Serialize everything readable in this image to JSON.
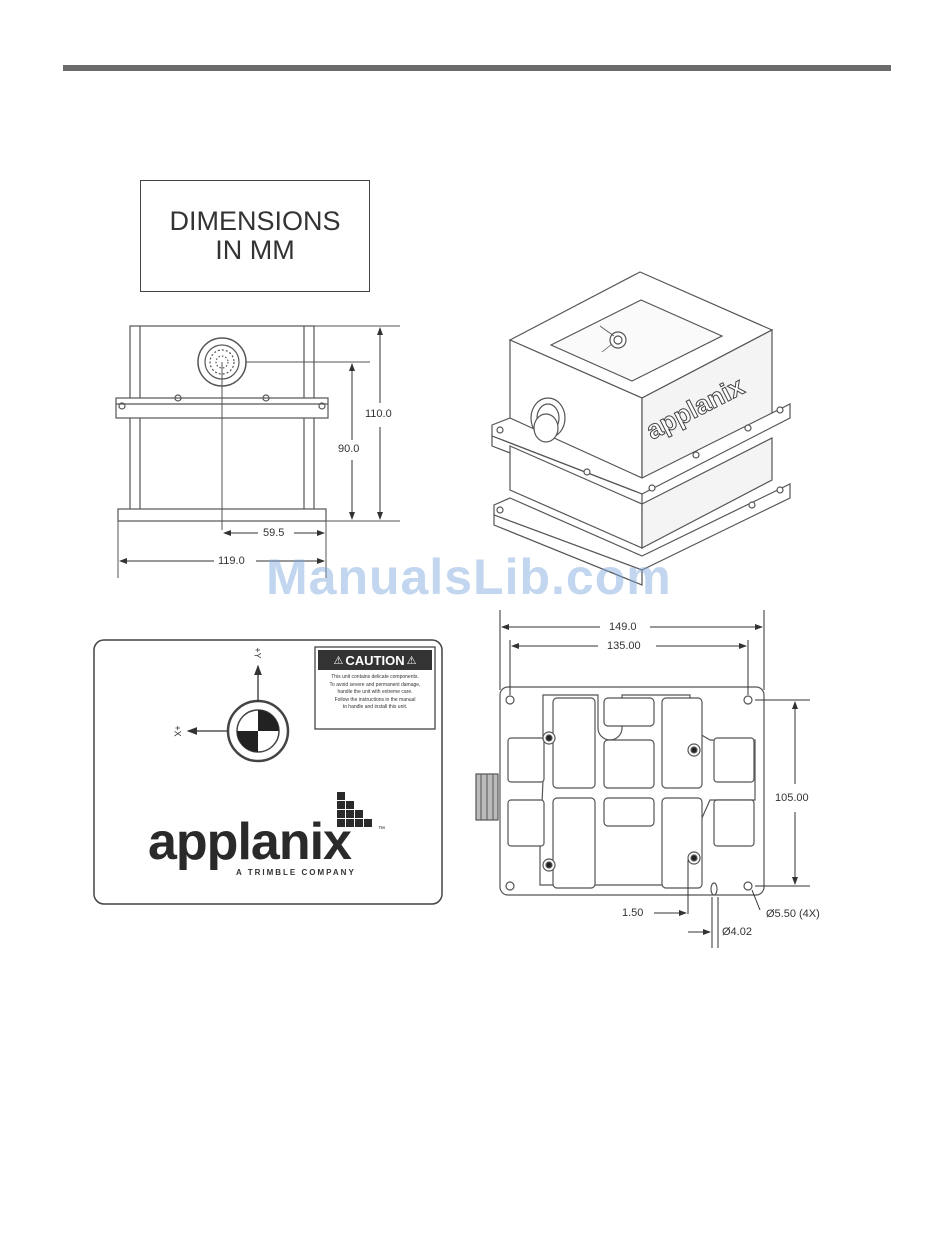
{
  "header_rule": true,
  "dimensions_box": {
    "line1": "DIMENSIONS",
    "line2": "IN MM"
  },
  "front_view": {
    "height_total": "110.0",
    "height_connector": "90.0",
    "half_width": "59.5",
    "width": "119.0"
  },
  "iso_view": {
    "brand": "applanix"
  },
  "top_label": {
    "caution_title": "CAUTION",
    "caution_lines": [
      "This unit contains delicate components.",
      "To avoid severe and permanent damage,",
      "handle the unit with extreme care.",
      "Follow the instructions in the manual",
      "to handle and install this unit."
    ],
    "axis_y": "+Y",
    "axis_x": "+X",
    "logo": "applanix",
    "logo_tm": "™",
    "logo_sub": "A TRIMBLE COMPANY"
  },
  "bottom_view": {
    "overall_width": "149.0",
    "hole_spacing_x": "135.00",
    "hole_spacing_y": "105.00",
    "offset": "1.50",
    "pin_diameter": "Ø4.02",
    "hole_diameter": "Ø5.50 (4X)"
  },
  "watermark": "ManualsLib.com"
}
